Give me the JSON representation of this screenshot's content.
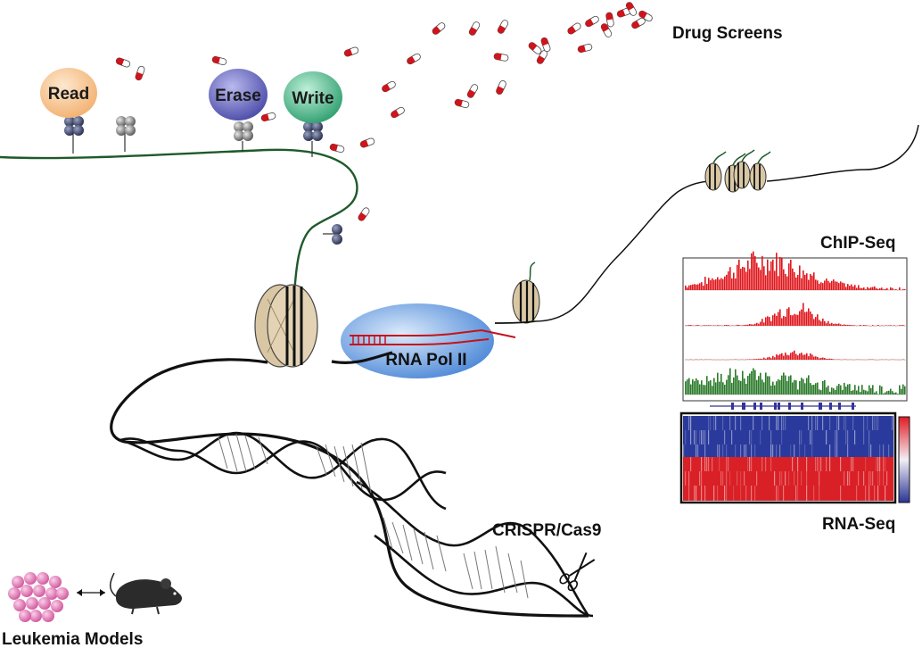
{
  "labels": {
    "read": "Read",
    "erase": "Erase",
    "write": "Write",
    "drug_screens": "Drug Screens",
    "rna_pol": "RNA Pol II",
    "chip_seq": "ChIP-Seq",
    "rna_seq": "RNA-Seq",
    "crispr": "CRISPR/Cas9",
    "leukemia": "Leukemia Models"
  },
  "colors": {
    "read": "#f6c48e",
    "erase": "#6f6fc8",
    "write": "#4dbb8c",
    "pill_red": "#d0141c",
    "chip_red": "#e0171d",
    "chip_green": "#2a7a2a",
    "heat_blue": "#2a3a9c",
    "heat_red": "#d92026",
    "nucleosome": "#d9c7a4",
    "chromatin_green": "#1e5a2a",
    "leukemia_pink": "#e27fb8"
  },
  "icons": [
    "pill-icon",
    "scissors-icon",
    "mouse-icon",
    "double-arrow-icon"
  ]
}
